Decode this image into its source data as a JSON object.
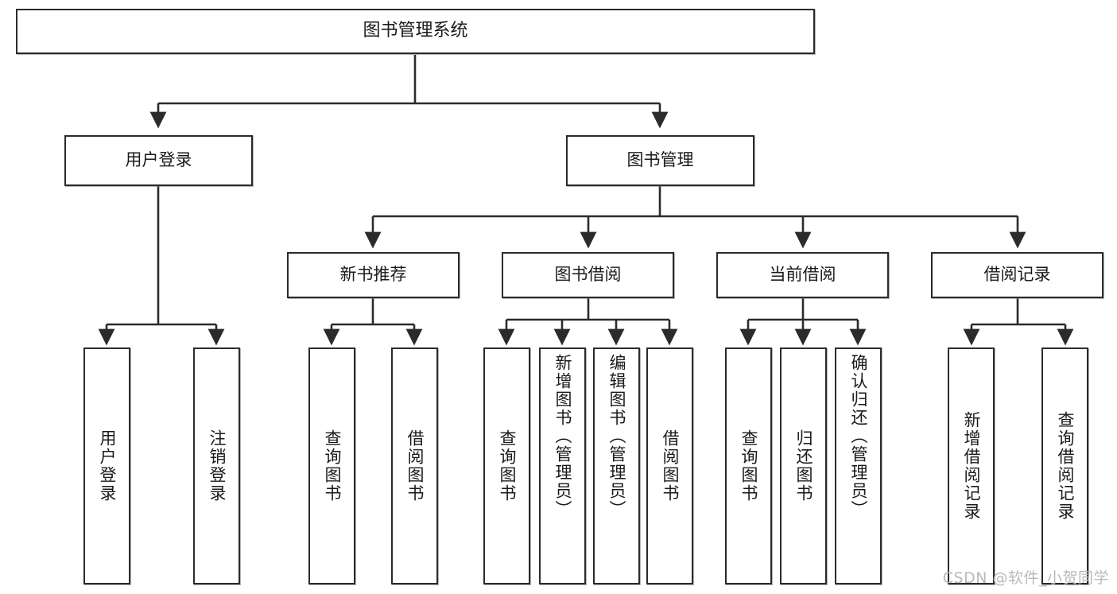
{
  "diagram": {
    "title": "图书管理系统",
    "watermark": "CSDN @软件_小贺同学",
    "line_color": "#2b2b2b",
    "box_fill": "#ffffff",
    "text_color": "#1a1a1a"
  },
  "nodes": {
    "root": {
      "label": "图书管理系统"
    },
    "level2": [
      {
        "id": "user-login",
        "label": "用户登录"
      },
      {
        "id": "book-manage",
        "label": "图书管理"
      }
    ],
    "level3": [
      {
        "id": "new-book-recommend",
        "label": "新书推荐"
      },
      {
        "id": "book-borrow",
        "label": "图书借阅"
      },
      {
        "id": "current-borrow",
        "label": "当前借阅"
      },
      {
        "id": "borrow-record",
        "label": "借阅记录"
      }
    ],
    "leaves": {
      "user_login": [
        {
          "id": "leaf-user-login",
          "label": "用户登录"
        },
        {
          "id": "leaf-logout-login",
          "label": "注销登录"
        }
      ],
      "new_book_recommend": [
        {
          "id": "leaf-query-book-1",
          "label": "查询图书"
        },
        {
          "id": "leaf-borrow-book-1",
          "label": "借阅图书"
        }
      ],
      "book_borrow": [
        {
          "id": "leaf-query-book-2",
          "label": "查询图书"
        },
        {
          "id": "leaf-add-book-admin",
          "label": "新增图书（管理员）"
        },
        {
          "id": "leaf-edit-book-admin",
          "label": "编辑图书（管理员）"
        },
        {
          "id": "leaf-borrow-book-2",
          "label": "借阅图书"
        }
      ],
      "current_borrow": [
        {
          "id": "leaf-query-book-3",
          "label": "查询图书"
        },
        {
          "id": "leaf-return-book",
          "label": "归还图书"
        },
        {
          "id": "leaf-confirm-return-admin",
          "label": "确认归还（管理员）"
        }
      ],
      "borrow_record": [
        {
          "id": "leaf-add-borrow-record",
          "label": "新增借阅记录"
        },
        {
          "id": "leaf-query-borrow-record",
          "label": "查询借阅记录"
        }
      ]
    }
  }
}
